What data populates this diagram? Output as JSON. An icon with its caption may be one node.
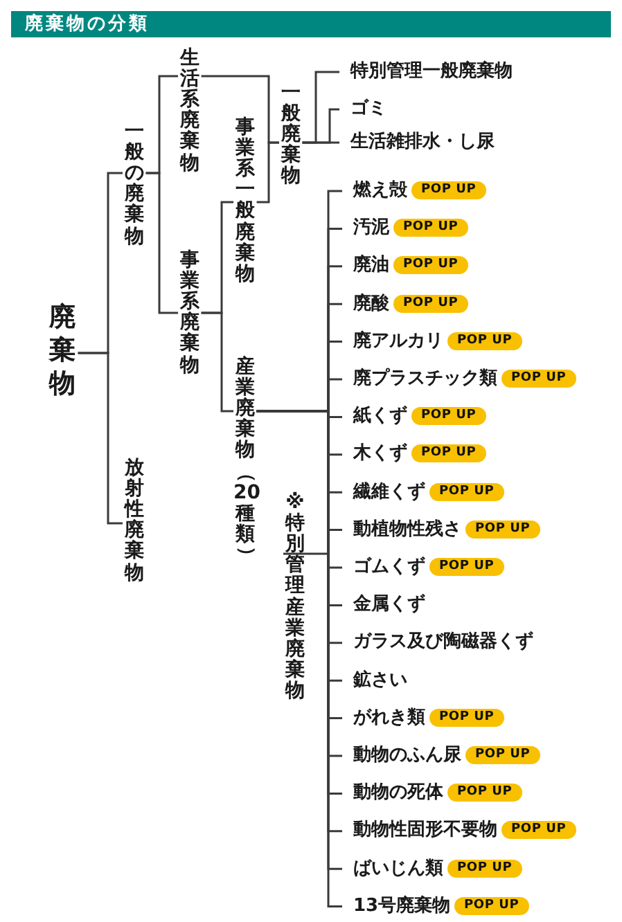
{
  "diagram": {
    "title": "廃棄物の分類",
    "nodes": [
      {
        "text": [
          "廃棄物"
        ]
      },
      {
        "text": [
          "一般の廃棄物"
        ]
      },
      {
        "text": [
          "放射性廃棄物"
        ]
      },
      {
        "text": [
          "生活系廃棄物"
        ]
      },
      {
        "text": [
          "事業系廃棄物"
        ]
      },
      {
        "text": [
          "事業系一般廃棄物"
        ]
      },
      {
        "text": [
          "産業廃棄物（20種類）"
        ]
      },
      {
        "text": [
          "一般廃棄物"
        ]
      },
      {
        "text": [
          "※特別管理産業廃棄物"
        ]
      },
      {
        "text": [
          "特別管理一般廃棄物"
        ]
      },
      {
        "text": [
          "ゴミ"
        ]
      },
      {
        "text": [
          "生活雑排水・し尿"
        ]
      },
      {
        "text": [
          "燃え殻"
        ],
        "beside": [
          "POP UP"
        ]
      },
      {
        "text": [
          "汚泥"
        ],
        "beside": [
          "POP UP"
        ]
      },
      {
        "text": [
          "廃油"
        ],
        "beside": [
          "POP UP"
        ]
      },
      {
        "text": [
          "廃酸"
        ],
        "beside": [
          "POP UP"
        ]
      },
      {
        "text": [
          "廃アルカリ"
        ],
        "beside": [
          "POP UP"
        ]
      },
      {
        "text": [
          "廃プラスチック類"
        ],
        "beside": [
          "POP UP"
        ]
      },
      {
        "text": [
          "紙くず"
        ],
        "beside": [
          "POP UP"
        ]
      },
      {
        "text": [
          "木くず"
        ],
        "beside": [
          "POP UP"
        ]
      },
      {
        "text": [
          "繊維くず"
        ],
        "beside": [
          "POP UP"
        ]
      },
      {
        "text": [
          "動植物性残さ"
        ],
        "beside": [
          "POP UP"
        ]
      },
      {
        "text": [
          "ゴムくず"
        ],
        "beside": [
          "POP UP"
        ]
      },
      {
        "text": [
          "金属くず"
        ]
      },
      {
        "text": [
          "ガラス及び陶磁器くず"
        ]
      },
      {
        "text": [
          "鉱さい"
        ]
      },
      {
        "text": [
          "がれき類"
        ],
        "beside": [
          "POP UP"
        ]
      },
      {
        "text": [
          "動物のふん尿"
        ],
        "beside": [
          "POP UP"
        ]
      },
      {
        "text": [
          "動物の死体"
        ],
        "beside": [
          "POP UP"
        ]
      },
      {
        "text": [
          "動物性固形不要物"
        ],
        "beside": [
          "POP UP"
        ]
      },
      {
        "text": [
          "ばいじん類"
        ],
        "beside": [
          "POP UP"
        ]
      },
      {
        "text": [
          "13号廃棄物"
        ],
        "beside": [
          "POP UP"
        ]
      }
    ],
    "edges": [
      {
        "from": 0,
        "to": 1,
        "arrow": "none"
      },
      {
        "from": 0,
        "to": 2,
        "arrow": "none"
      },
      {
        "from": 1,
        "to": 3,
        "arrow": "none"
      },
      {
        "from": 1,
        "to": 4,
        "arrow": "none"
      },
      {
        "from": 3,
        "to": 7,
        "arrow": "none"
      },
      {
        "from": 4,
        "to": 5,
        "arrow": "none"
      },
      {
        "from": 4,
        "to": 6,
        "arrow": "none"
      },
      {
        "from": 5,
        "to": 7,
        "arrow": "none"
      },
      {
        "from": 7,
        "to": 9,
        "arrow": "none"
      },
      {
        "from": 7,
        "to": 10,
        "arrow": "none"
      },
      {
        "from": 7,
        "to": 11,
        "arrow": "none"
      },
      {
        "from": 6,
        "to": 8,
        "arrow": "none"
      },
      {
        "from": 6,
        "to": 12,
        "arrow": "none"
      },
      {
        "from": 6,
        "to": 13,
        "arrow": "none"
      },
      {
        "from": 6,
        "to": 14,
        "arrow": "none"
      },
      {
        "from": 6,
        "to": 15,
        "arrow": "none"
      },
      {
        "from": 6,
        "to": 16,
        "arrow": "none"
      },
      {
        "from": 6,
        "to": 17,
        "arrow": "none"
      },
      {
        "from": 6,
        "to": 18,
        "arrow": "none"
      },
      {
        "from": 6,
        "to": 19,
        "arrow": "none"
      },
      {
        "from": 6,
        "to": 20,
        "arrow": "none"
      },
      {
        "from": 6,
        "to": 21,
        "arrow": "none"
      },
      {
        "from": 6,
        "to": 22,
        "arrow": "none"
      },
      {
        "from": 6,
        "to": 23,
        "arrow": "none"
      },
      {
        "from": 6,
        "to": 24,
        "arrow": "none"
      },
      {
        "from": 6,
        "to": 25,
        "arrow": "none"
      },
      {
        "from": 6,
        "to": 26,
        "arrow": "none"
      },
      {
        "from": 6,
        "to": 27,
        "arrow": "none"
      },
      {
        "from": 6,
        "to": 28,
        "arrow": "none"
      },
      {
        "from": 6,
        "to": 29,
        "arrow": "none"
      },
      {
        "from": 6,
        "to": 30,
        "arrow": "none"
      },
      {
        "from": 6,
        "to": 31,
        "arrow": "none"
      }
    ]
  }
}
